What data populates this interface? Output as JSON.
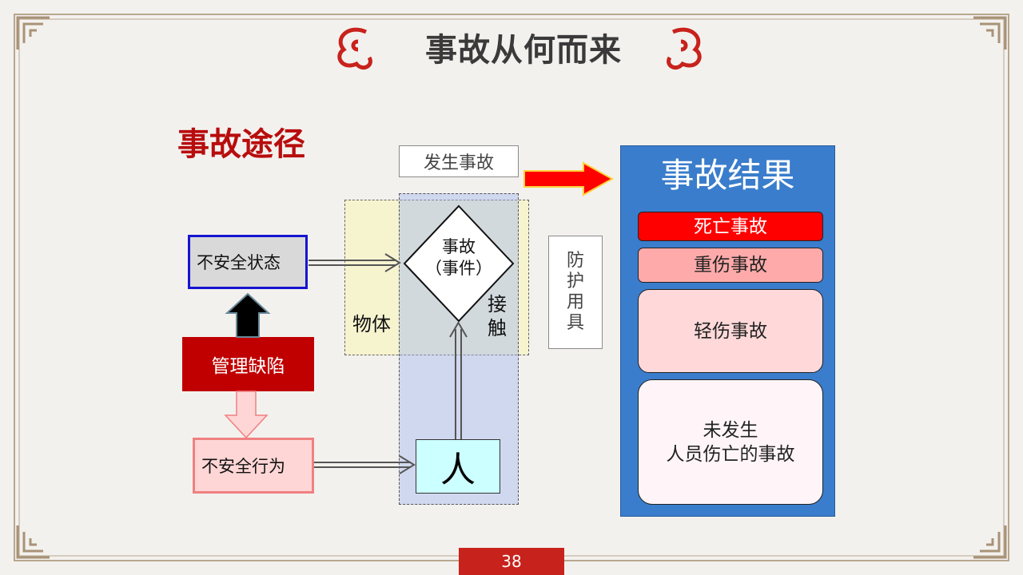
{
  "title": "事故从何而来",
  "section_title": "事故途径",
  "boxes": {
    "unsafe_state": "不安全状态",
    "management_defect": "管理缺陷",
    "unsafe_behavior": "不安全行为",
    "accident_occurs": "发生事故",
    "accident_line1": "事故",
    "accident_line2": "（事件）",
    "object": "物体",
    "contact": "接触",
    "person": "人",
    "protective_equipment": "防护用具"
  },
  "results": {
    "title": "事故结果",
    "items": [
      {
        "label": "死亡事故"
      },
      {
        "label": "重伤事故"
      },
      {
        "label": "轻伤事故"
      },
      {
        "label_line1": "未发生",
        "label_line2": "人员伤亡的事故"
      }
    ]
  },
  "colors": {
    "title_red": "#b80d0d",
    "result_panel": "#3a7dcc",
    "death": "#ff0000",
    "serious": "#ffaaaa",
    "minor": "#ffd9d9",
    "none": "#fff5f8"
  },
  "page_number": "38"
}
